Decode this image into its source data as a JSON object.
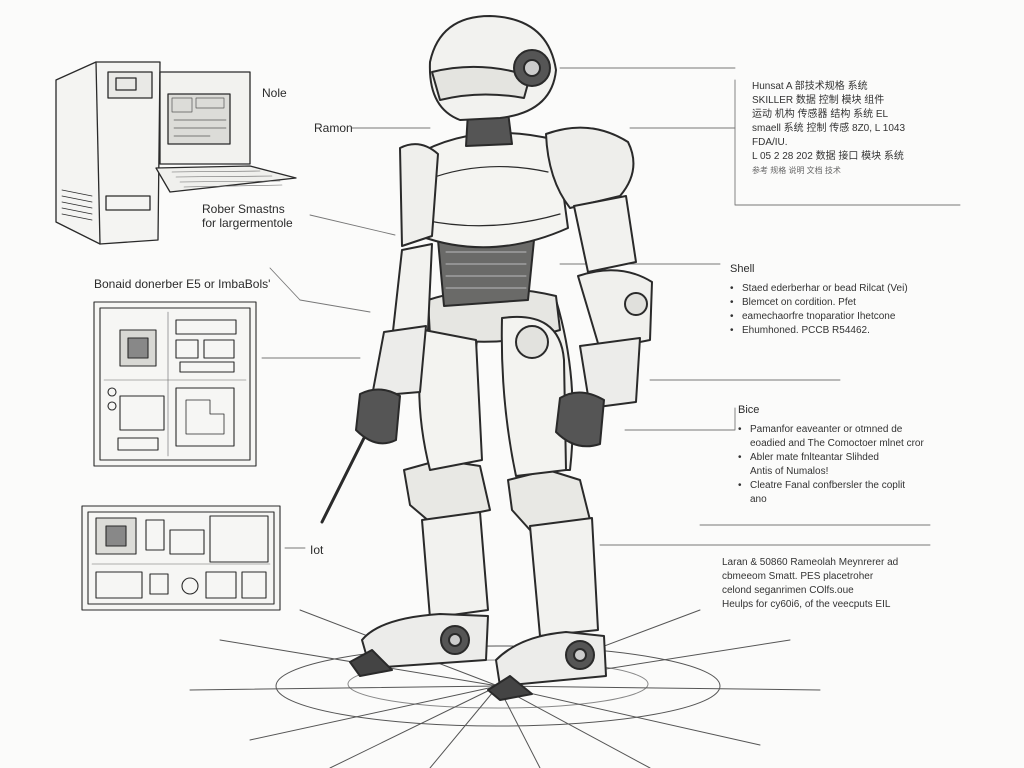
{
  "callouts": {
    "note": "Nole",
    "ramon": "Ramon",
    "robot_line1": "Rober Smastns",
    "robot_line2": "for largermentole",
    "bonaid": "Bonaid donerber E5 or ImbaBols'",
    "iot": "Iot"
  },
  "header_block": {
    "lines": [
      "Hunsat A 部技术规格 系统",
      "SKILLER 数据 控制 模块 组件",
      "运动 机构 传感器 结构 系统 EL",
      "smaell 系统 控制 传感 8Z0, L 1043",
      "FDA/IU.",
      "L 05 2 28 202 数据 接口 模块 系统"
    ],
    "footnote": "参考 规格 说明 文档 技术"
  },
  "shell": {
    "heading": "Shell",
    "items": [
      "Staed ederberhar or bead Rilcat (Vei)",
      "Blemcet on cordition. Pfet",
      "eamechaorfre tnoparatior Ihetcone",
      "Ehumhoned. PCCB R54462."
    ]
  },
  "bice": {
    "heading": "Bice",
    "items": [
      {
        "lines": [
          "Pamanfor eaveanter or otmned de",
          "eoadied and The Comoctoer mlnet cror"
        ]
      },
      {
        "lines": [
          "Abler mate fnlteantar Slihded",
          "Antis of Numalos!"
        ]
      },
      {
        "lines": [
          "Cleatre Fanal confbersler the coplit",
          "ano"
        ]
      }
    ]
  },
  "bottom_block": {
    "lines": [
      "Laran & 50860 Rameolah Meynrerer ad",
      "cbmeeom Smatt. PES placetroher",
      "celond seganrimen COlfs.oue",
      "Heulps for cy60i6, of the veecputs EIL"
    ]
  }
}
